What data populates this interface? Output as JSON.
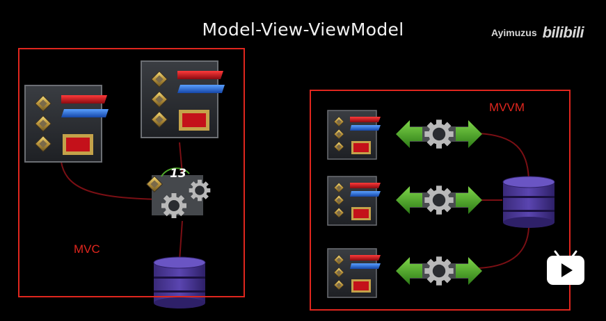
{
  "title": "Model-View-ViewModel",
  "watermark": {
    "author": "Ayimuzus",
    "logo": "bilibili"
  },
  "mvc": {
    "label": "MVC",
    "controller_badge": "13"
  },
  "mvvm": {
    "label": "MVVM"
  },
  "colors": {
    "frame": "#e0261e",
    "connector": "#7a0f14",
    "arrow": "#4fa82a",
    "database": "#4a3590",
    "view_bar_red": "#c4111a",
    "view_bar_blue": "#1f63d4"
  }
}
